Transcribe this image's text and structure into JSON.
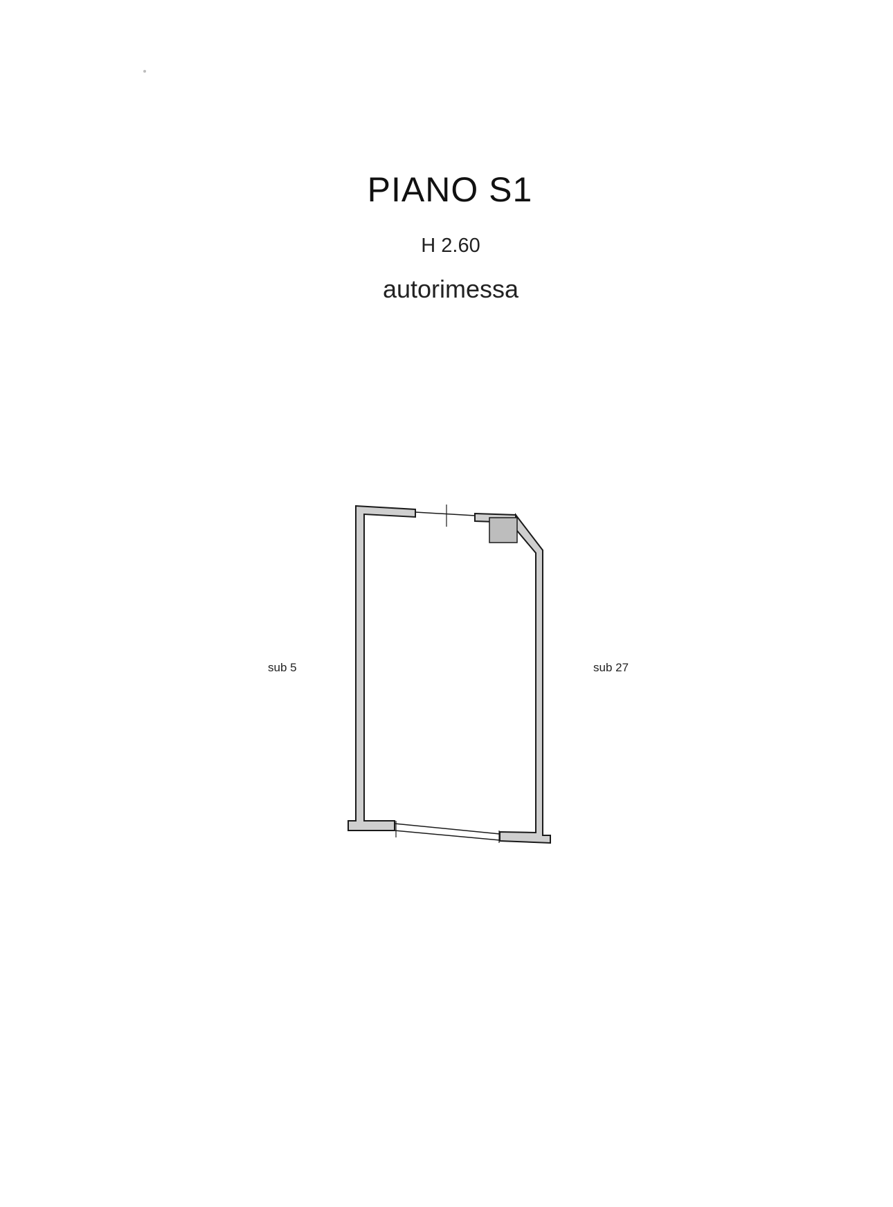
{
  "header": {
    "title": "PIANO S1",
    "height": "H 2.60",
    "room": "autorimessa"
  },
  "labels": {
    "left": "sub 5",
    "right": "sub 27"
  },
  "colors": {
    "wall_fill": "#cfcfcf",
    "wall_stroke": "#1a1a1a",
    "shaft_fill": "#bdbdbd",
    "background": "#ffffff"
  }
}
